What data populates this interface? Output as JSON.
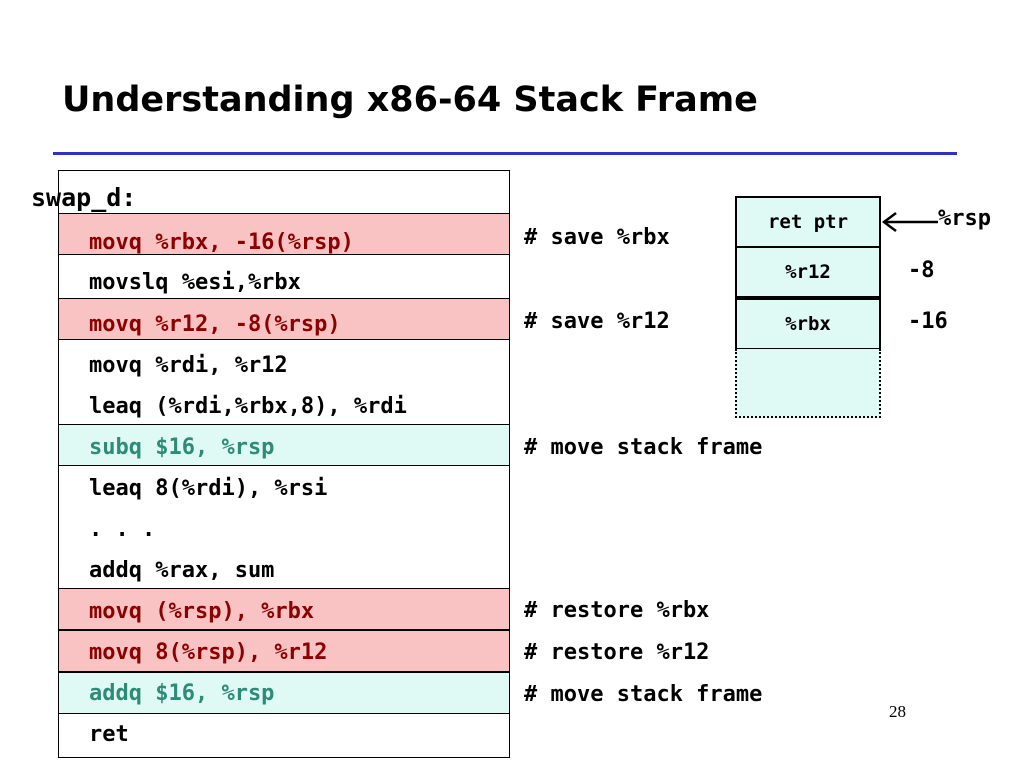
{
  "slide": {
    "title": "Understanding x86-64 Stack Frame",
    "page_number": "28",
    "colors": {
      "rule": "#3131c8",
      "highlight_save_restore": "#f9c3c3",
      "highlight_stack_move": "#dff9f4",
      "highlight_text": "#8b0000",
      "stack_move_text": "#2e8b78"
    }
  },
  "code": {
    "label": "swap_d:",
    "lines": [
      {
        "text": "movq %rbx, -16(%rsp)",
        "highlight": "red"
      },
      {
        "text": "movslq %esi,%rbx",
        "highlight": "none"
      },
      {
        "text": "movq %r12, -8(%rsp)",
        "highlight": "red"
      },
      {
        "text": "movq %rdi, %r12",
        "highlight": "none"
      },
      {
        "text": "leaq (%rdi,%rbx,8), %rdi",
        "highlight": "none"
      },
      {
        "text": "subq $16, %rsp",
        "highlight": "cyan"
      },
      {
        "text": "leaq 8(%rdi), %rsi",
        "highlight": "none"
      },
      {
        "text": ". . .",
        "highlight": "none"
      },
      {
        "text": "addq %rax, sum",
        "highlight": "none"
      },
      {
        "text": "movq (%rsp), %rbx",
        "highlight": "red"
      },
      {
        "text": "movq 8(%rsp), %r12",
        "highlight": "red"
      },
      {
        "text": "addq $16, %rsp",
        "highlight": "cyan"
      },
      {
        "text": "ret",
        "highlight": "none"
      }
    ]
  },
  "comments": {
    "save_rbx": "# save %rbx",
    "save_r12": "# save %r12",
    "move_frame_1": "# move stack frame",
    "restore_rbx": "# restore %rbx",
    "restore_r12": "# restore %r12",
    "move_frame_2": "# move stack frame"
  },
  "stack": {
    "cells": [
      "ret ptr",
      "%r12",
      "%rbx"
    ],
    "pointer_label": "%rsp",
    "offsets": [
      "-8",
      "-16"
    ]
  }
}
